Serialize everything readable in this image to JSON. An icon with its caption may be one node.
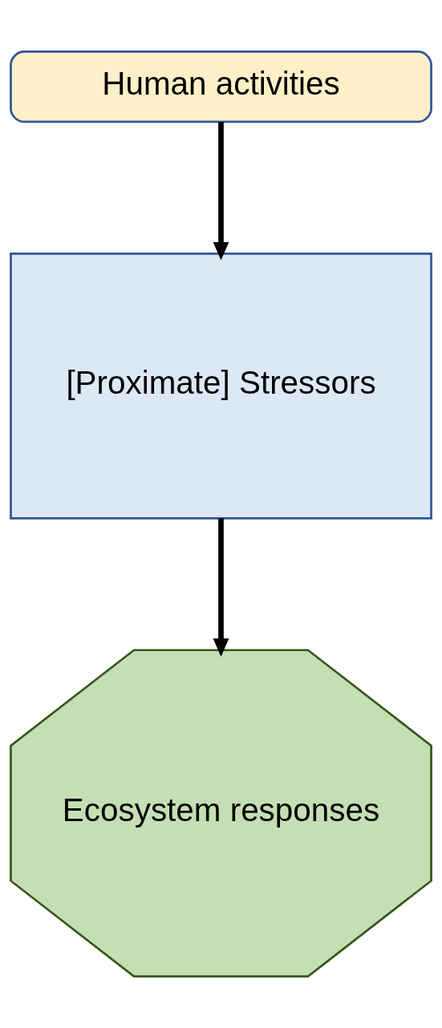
{
  "diagram": {
    "nodes": [
      {
        "text": [
          "Human activities"
        ]
      },
      {
        "text": [
          "[Proximate] Stressors"
        ]
      },
      {
        "text": [
          "Ecosystem responses"
        ]
      }
    ],
    "edges": [
      {
        "from": 0,
        "to": 1,
        "arrow": "to"
      },
      {
        "from": 1,
        "to": 2,
        "arrow": "to"
      }
    ]
  }
}
